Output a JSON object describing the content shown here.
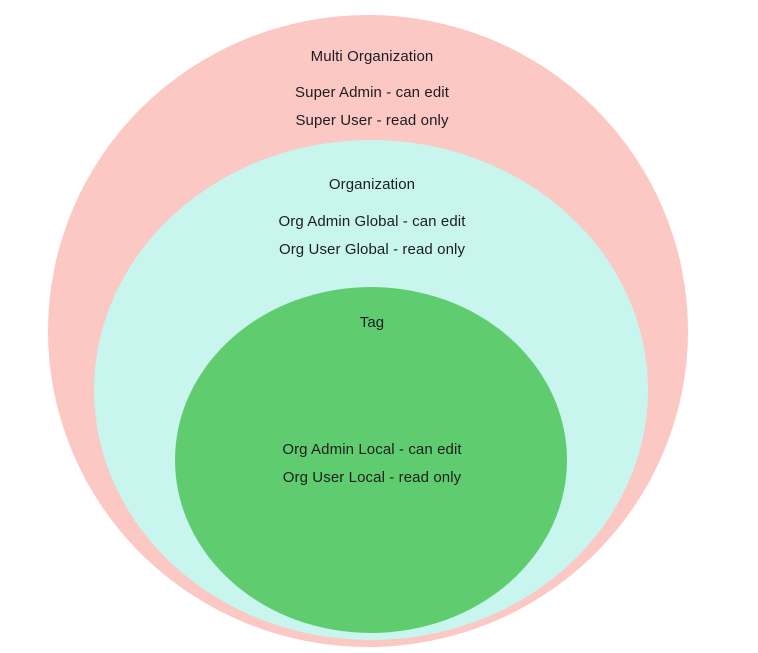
{
  "diagram": {
    "type": "nested-circles",
    "background_color": "#ffffff",
    "text_color": "#1d1d1f",
    "rings": [
      {
        "id": "multi-organization",
        "title": "Multi Organization",
        "fill_color": "#FBC8C3",
        "roles": [
          "Super Admin - can edit",
          "Super User - read only"
        ]
      },
      {
        "id": "organization",
        "title": "Organization",
        "fill_color": "#C8F5EE",
        "roles": [
          "Org Admin Global - can edit",
          "Org User Global - read only"
        ]
      },
      {
        "id": "tag",
        "title": "Tag",
        "fill_color": "#5FCD6F",
        "roles": [
          "Org Admin Local - can edit",
          "Org User Local - read only"
        ]
      }
    ]
  }
}
